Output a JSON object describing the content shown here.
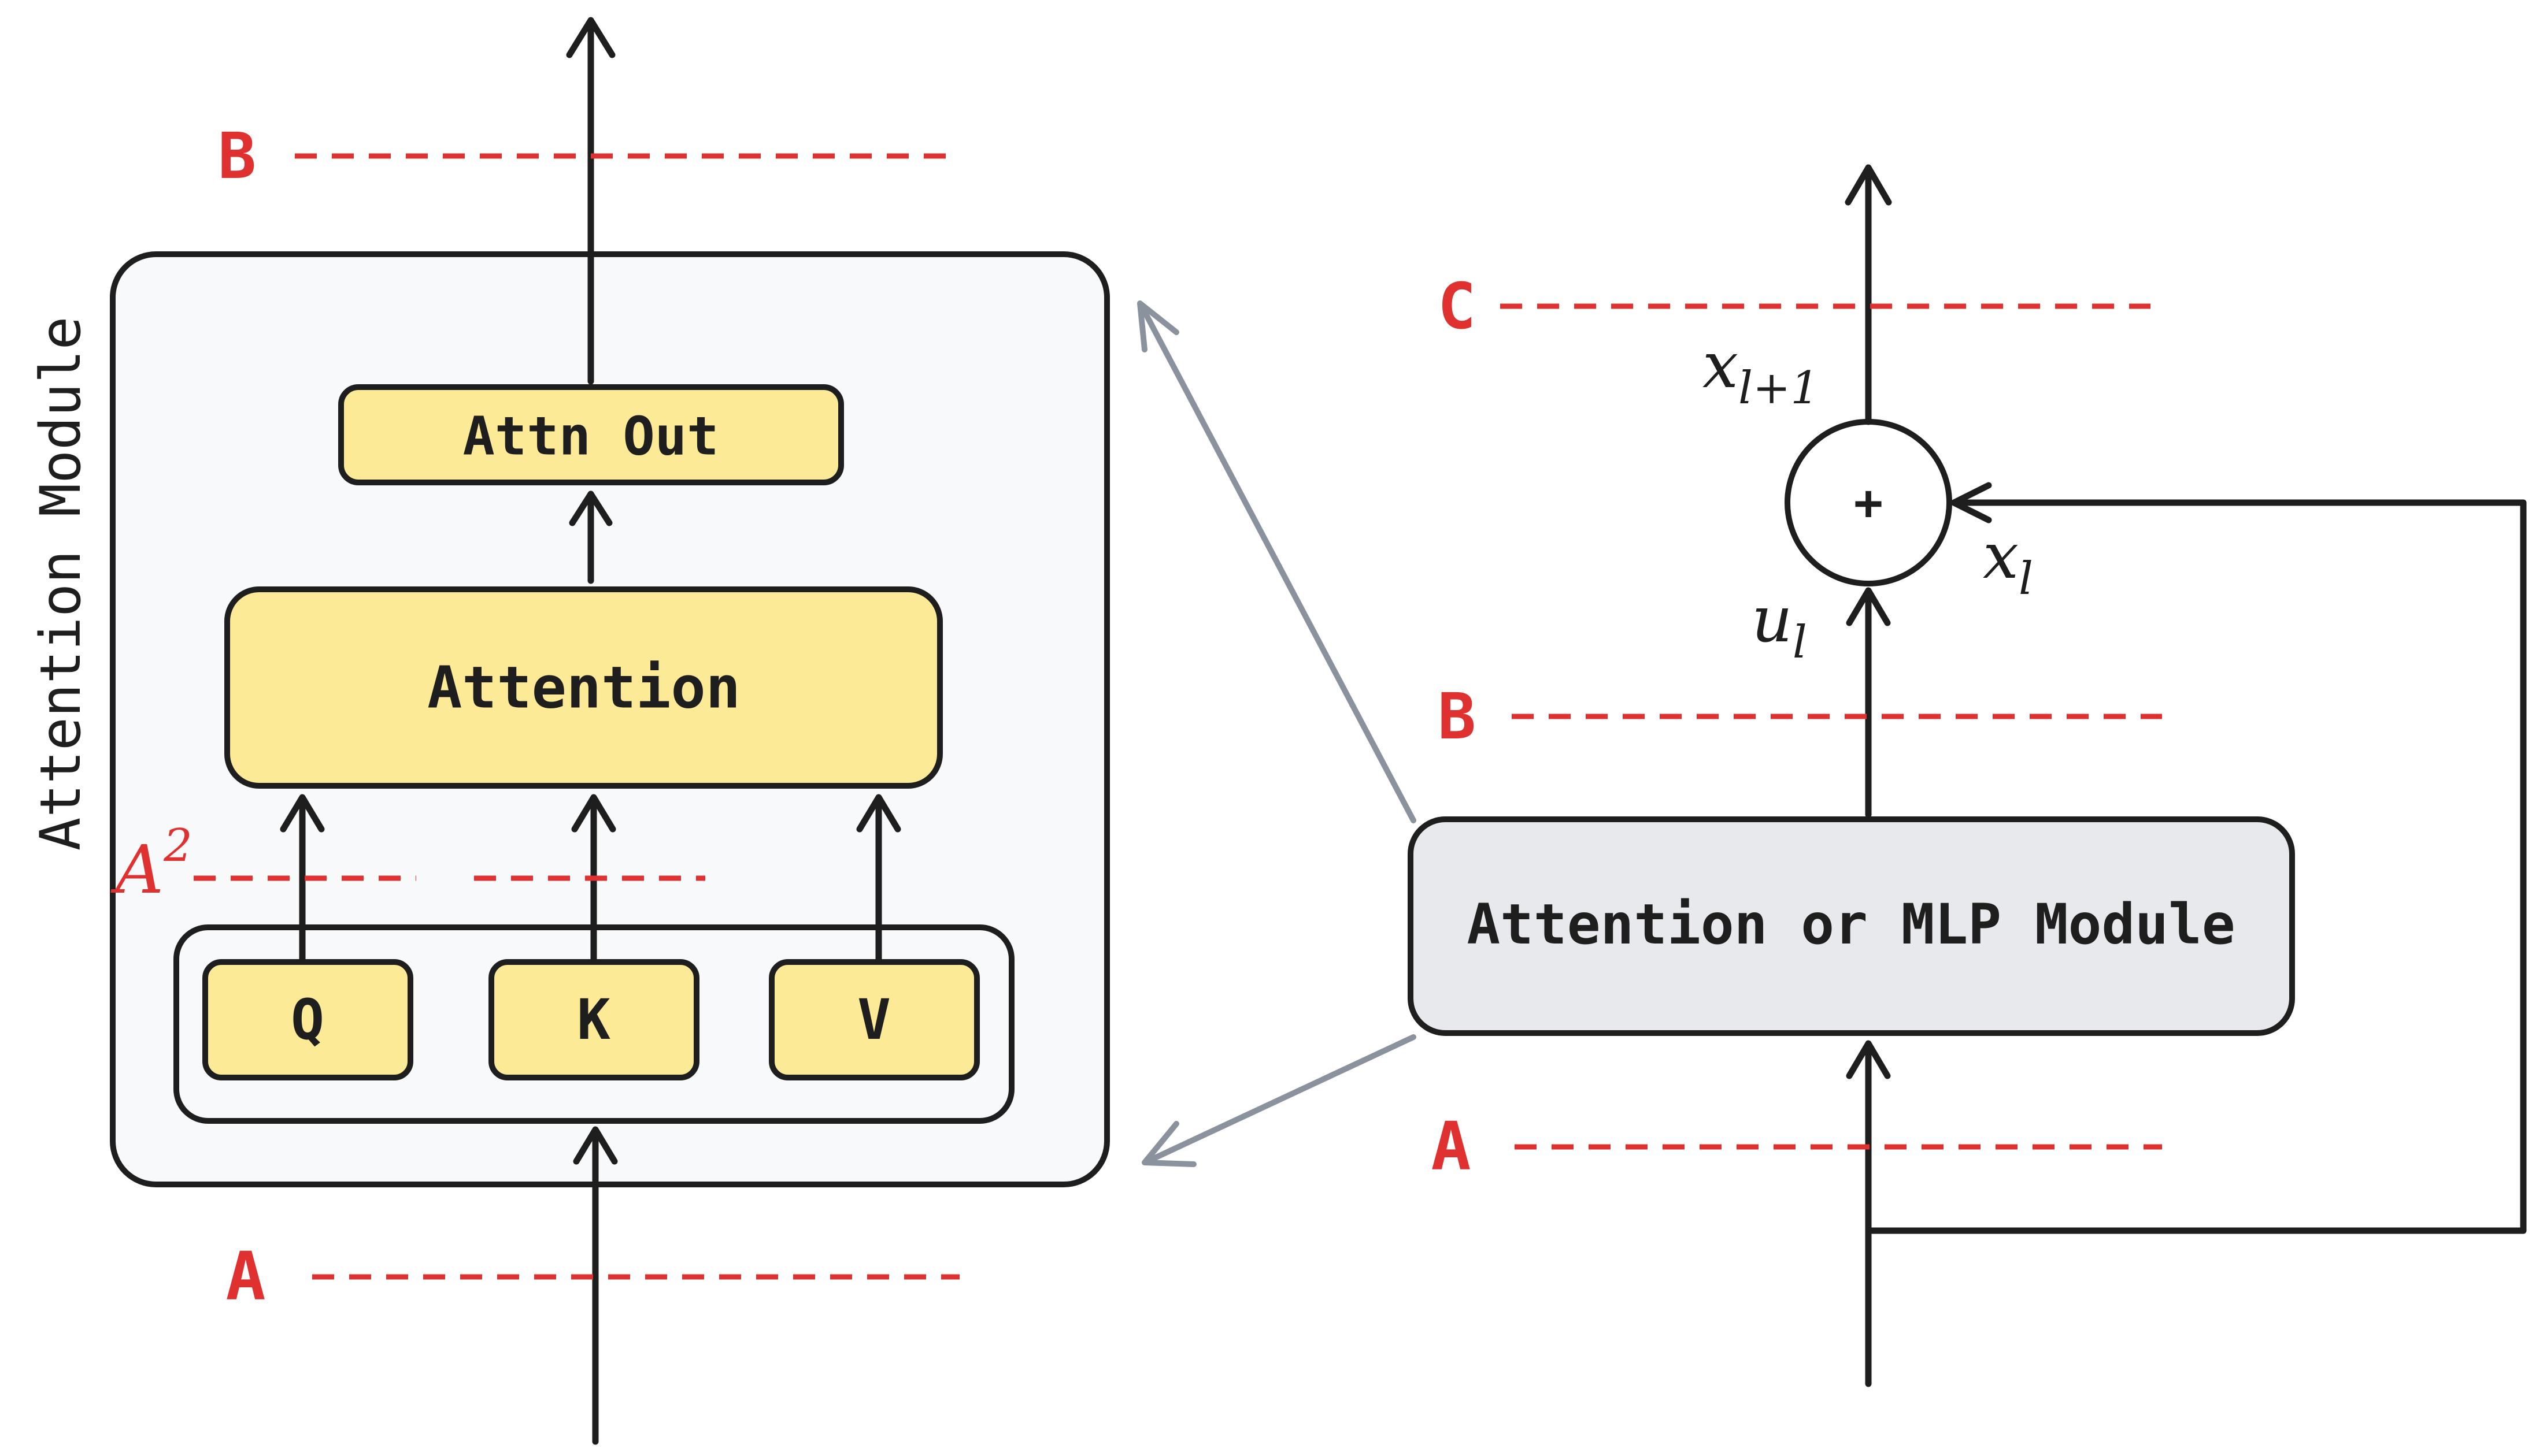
{
  "colors": {
    "cut_line": "#e03131",
    "stroke": "#1e1e1e",
    "gray_arrow": "#8a939d",
    "yellow_fill": "#fdea96",
    "module_fill": "#e7e9ec",
    "container_fill": "#f7f9fb"
  },
  "left_module": {
    "side_label": "Attention Module",
    "attn_out": "Attn Out",
    "attention": "Attention",
    "q": "Q",
    "k": "K",
    "v": "V",
    "cut_top": "B",
    "cut_mid_base": "A",
    "cut_mid_sup": "2",
    "cut_bottom": "A"
  },
  "right_block": {
    "module": "Attention or MLP Module",
    "sum": "+",
    "cut_c": "C",
    "cut_b": "B",
    "cut_a": "A",
    "x_next_base": "x",
    "x_next_sub": "l+1",
    "x_base": "x",
    "x_sub": "l",
    "u_base": "u",
    "u_sub": "l"
  },
  "icons": {
    "arrow_head": "arrow-head-icon"
  }
}
